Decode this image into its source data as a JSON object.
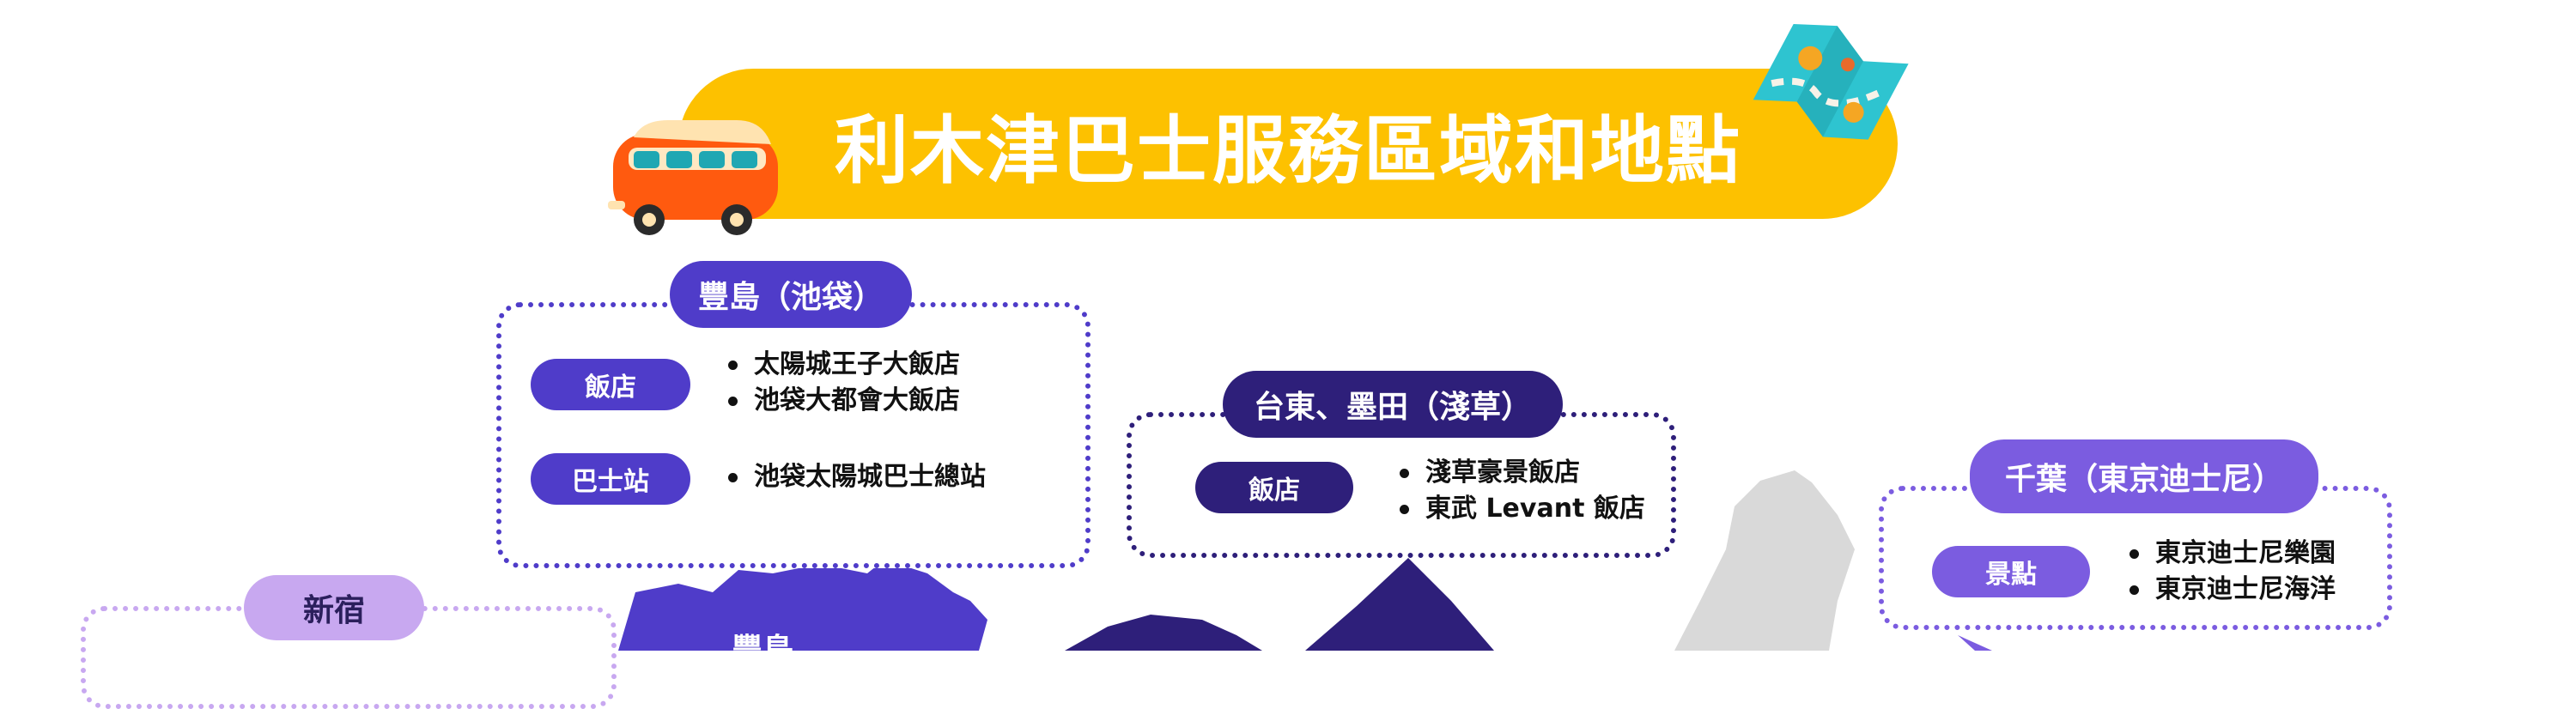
{
  "title": "利木津巴士服務區域和地點",
  "colors": {
    "banner": "#FDC100",
    "violet_primary": "#4F3CC9",
    "violet_dark": "#2E1F7A",
    "violet_medium": "#7B5CE0",
    "lavender": "#C8A8F0",
    "map_gray": "#D9D9D9"
  },
  "icons": [
    "bus-icon",
    "folded-map-icon"
  ],
  "areas": [
    {
      "name": "豐島（池袋）",
      "groups": [
        {
          "category": "飯店",
          "items": [
            "太陽城王子大飯店",
            "池袋大都會大飯店"
          ]
        },
        {
          "category": "巴士站",
          "items": [
            "池袋太陽城巴士總站"
          ]
        }
      ]
    },
    {
      "name": "台東、墨田（淺草）",
      "groups": [
        {
          "category": "飯店",
          "items": [
            "淺草豪景飯店",
            "東武 Levant 飯店"
          ]
        }
      ]
    },
    {
      "name": "千葉（東京迪士尼）",
      "groups": [
        {
          "category": "景點",
          "items": [
            "東京迪士尼樂園",
            "東京迪士尼海洋"
          ]
        }
      ]
    },
    {
      "name": "新宿",
      "groups": []
    }
  ],
  "map_label": "豐島"
}
